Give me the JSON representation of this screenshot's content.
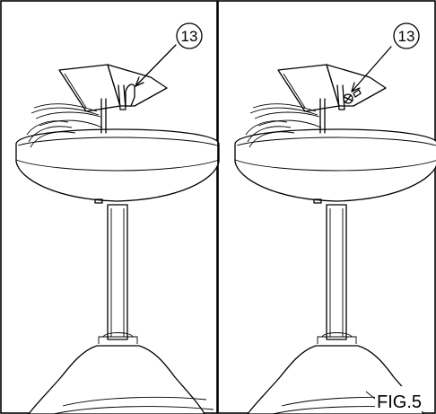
{
  "panels": [
    {
      "callout": "13",
      "part": "mounting-bracket"
    },
    {
      "callout": "13",
      "part": "mounting-bracket"
    }
  ],
  "figure_label": "FIG.5"
}
